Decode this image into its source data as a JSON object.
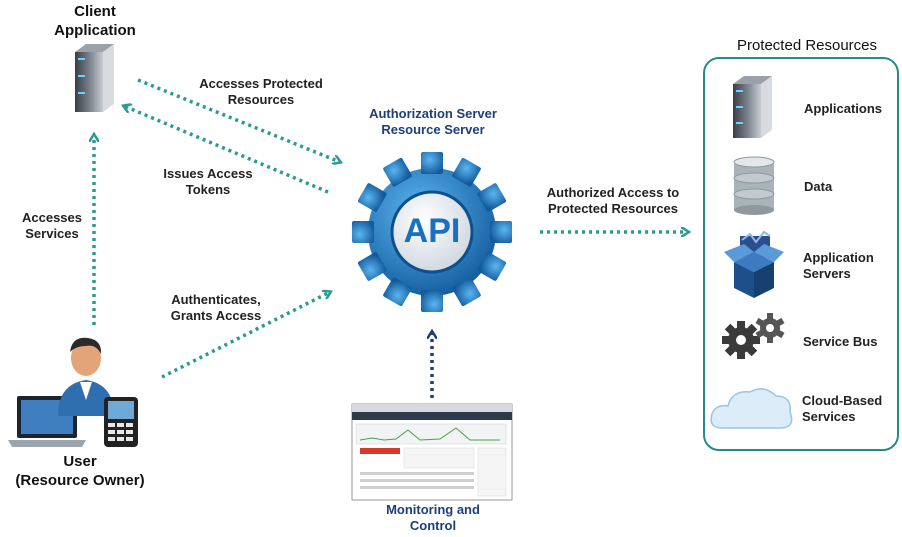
{
  "client": {
    "title_line1": "Client",
    "title_line2": "Application"
  },
  "user": {
    "line1": "User",
    "line2": "(Resource Owner)"
  },
  "server": {
    "line1": "Authorization Server",
    "line2": "Resource Server",
    "gear_text": "API"
  },
  "monitoring": {
    "line1": "Monitoring and",
    "line2": "Control"
  },
  "edges": {
    "accesses_protected_1": "Accesses Protected",
    "accesses_protected_2": "Resources",
    "issues_tokens_1": "Issues Access",
    "issues_tokens_2": "Tokens",
    "accesses_services_1": "Accesses",
    "accesses_services_2": "Services",
    "authenticates_1": "Authenticates,",
    "authenticates_2": "Grants Access",
    "authorized_1": "Authorized Access to",
    "authorized_2": "Protected Resources"
  },
  "resources": {
    "title": "Protected Resources",
    "items": [
      {
        "icon": "server-icon",
        "label_line1": "Applications",
        "label_line2": ""
      },
      {
        "icon": "database-icon",
        "label_line1": "Data",
        "label_line2": ""
      },
      {
        "icon": "box-icon",
        "label_line1": "Application",
        "label_line2": "Servers"
      },
      {
        "icon": "gears-icon",
        "label_line1": "Service Bus",
        "label_line2": ""
      },
      {
        "icon": "cloud-icon",
        "label_line1": "Cloud-Based",
        "label_line2": "Services"
      }
    ]
  },
  "colors": {
    "teal_arrow": "#2a9a96",
    "navy_arrow": "#1b3f7a",
    "gear_blue": "#1f7fc8",
    "panel_border": "#2a8a8a"
  }
}
